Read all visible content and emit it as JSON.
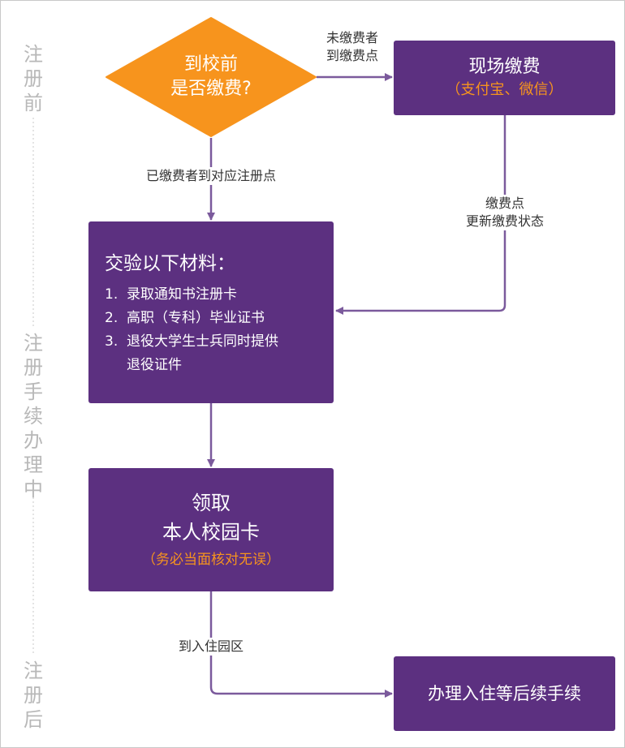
{
  "phases": {
    "before": "注册前",
    "during": "注册手续办理中",
    "after": "注册后"
  },
  "decision": {
    "line1": "到校前",
    "line2": "是否缴费?"
  },
  "onsite_payment": {
    "title": "现场缴费",
    "methods": "（支付宝、微信）"
  },
  "edges": {
    "unpaid_line1": "未缴费者",
    "unpaid_line2": "到缴费点",
    "paid": "已缴费者到对应注册点",
    "update_line1": "缴费点",
    "update_line2": "更新缴费状态",
    "to_dorm": "到入住园区"
  },
  "verify": {
    "title": "交验以下材料：",
    "items": [
      "1.  录取通知书注册卡",
      "2.  高职（专科）毕业证书",
      "3.  退役大学生士兵同时提供",
      "     退役证件"
    ]
  },
  "card": {
    "line1": "领取",
    "line2": "本人校园卡",
    "note": "（务必当面核对无误）"
  },
  "checkin": {
    "label": "办理入住等后续手续"
  },
  "colors": {
    "box": "#5c3080",
    "decision": "#f7941d",
    "arrow": "#7b5a9c",
    "highlight_text": "#f7941d"
  }
}
